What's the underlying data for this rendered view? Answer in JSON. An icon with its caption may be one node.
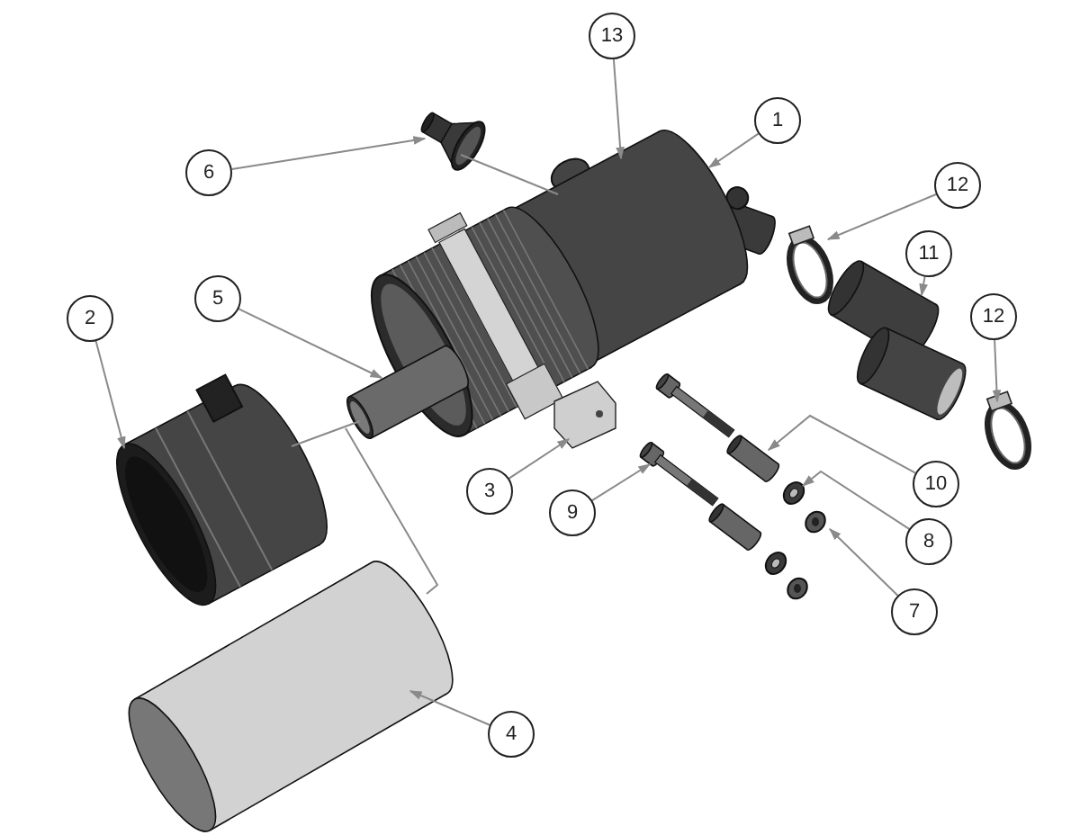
{
  "diagram": {
    "nodes": [
      {
        "text": [
          "13"
        ]
      },
      {
        "text": [
          "1"
        ]
      },
      {
        "text": [
          "6"
        ]
      },
      {
        "text": [
          "12"
        ]
      },
      {
        "text": [
          "11"
        ]
      },
      {
        "text": [
          "5"
        ]
      },
      {
        "text": [
          "2"
        ]
      },
      {
        "text": [
          "12"
        ]
      },
      {
        "text": [
          "3"
        ]
      },
      {
        "text": [
          "10"
        ]
      },
      {
        "text": [
          "9"
        ]
      },
      {
        "text": [
          "8"
        ]
      },
      {
        "text": [
          "7"
        ]
      },
      {
        "text": [
          "4"
        ]
      },
      {
        "text": [],
        "shape": "picture"
      },
      {
        "text": [],
        "shape": "picture"
      },
      {
        "text": [],
        "shape": "picture"
      },
      {
        "text": [],
        "shape": "picture"
      },
      {
        "text": [],
        "shape": "picture"
      },
      {
        "text": [],
        "shape": "picture"
      },
      {
        "text": [],
        "shape": "picture"
      },
      {
        "text": [],
        "shape": "picture"
      },
      {
        "text": [],
        "shape": "picture"
      },
      {
        "text": [],
        "shape": "picture"
      },
      {
        "text": [],
        "shape": "picture"
      },
      {
        "text": [],
        "shape": "picture"
      },
      {
        "text": [],
        "shape": "picture"
      }
    ],
    "edges": [
      {
        "from": 0,
        "to": 14,
        "arrow": "to"
      },
      {
        "from": 1,
        "to": 14,
        "arrow": "to"
      },
      {
        "from": 2,
        "to": 15,
        "arrow": "to"
      },
      {
        "from": 3,
        "to": 16,
        "arrow": "to"
      },
      {
        "from": 4,
        "to": 17,
        "arrow": "to"
      },
      {
        "from": 5,
        "to": 18,
        "arrow": "to"
      },
      {
        "from": 6,
        "to": 19,
        "arrow": "to"
      },
      {
        "from": 7,
        "to": 20,
        "arrow": "to"
      },
      {
        "from": 8,
        "to": 21,
        "arrow": "to"
      },
      {
        "from": 9,
        "to": 22,
        "arrow": "to"
      },
      {
        "from": 10,
        "to": 23,
        "arrow": "to"
      },
      {
        "from": 11,
        "to": 24,
        "arrow": "to"
      },
      {
        "from": 12,
        "to": 25,
        "arrow": "to"
      },
      {
        "from": 13,
        "to": 26,
        "arrow": "to"
      },
      {
        "from": 15,
        "to": 14,
        "arrow": "none"
      },
      {
        "from": 19,
        "to": 18,
        "arrow": "none"
      },
      {
        "from": 18,
        "to": 26,
        "arrow": "none"
      }
    ]
  }
}
